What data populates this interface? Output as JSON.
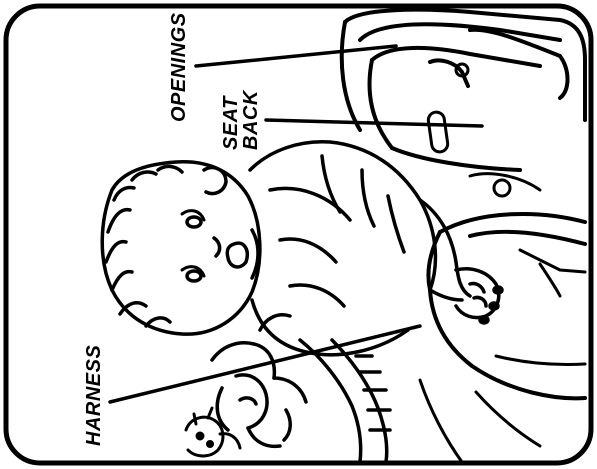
{
  "labels": {
    "openings": "OPENINGS",
    "seat_back_line1": "SEAT",
    "seat_back_line2": "BACK",
    "harness": "HARNESS"
  },
  "colors": {
    "ink": "#000000",
    "paper": "#ffffff"
  }
}
